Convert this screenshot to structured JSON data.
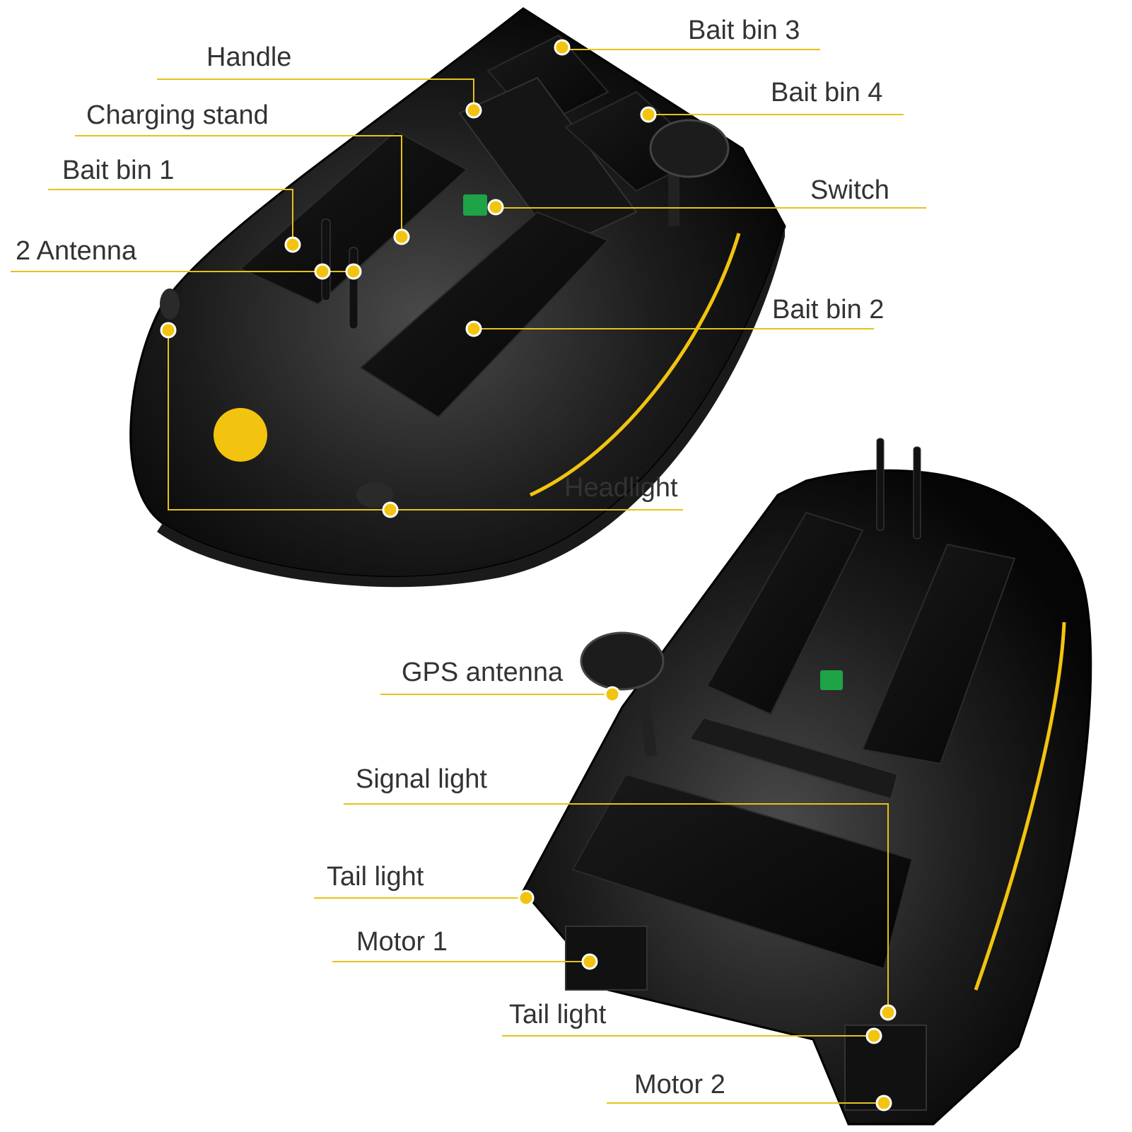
{
  "colors": {
    "hull": "#0a0a0a",
    "hull_shine": "#3a3a3a",
    "accent": "#f2c40f",
    "leader": "#e6c21a",
    "switch": "#1ea347",
    "text": "#333333"
  },
  "labels": {
    "bait_bin_3": "Bait bin 3",
    "handle": "Handle",
    "bait_bin_4": "Bait bin 4",
    "charging_stand": "Charging stand",
    "bait_bin_1": "Bait bin 1",
    "switch": "Switch",
    "antenna": "2  Antenna",
    "bait_bin_2": "Bait bin 2",
    "headlight": "Headlight",
    "gps_antenna": "GPS antenna",
    "signal_light": "Signal light",
    "tail_light_1": "Tail light",
    "motor_1": "Motor 1",
    "tail_light_2": "Tail light",
    "motor_2": "Motor 2"
  }
}
